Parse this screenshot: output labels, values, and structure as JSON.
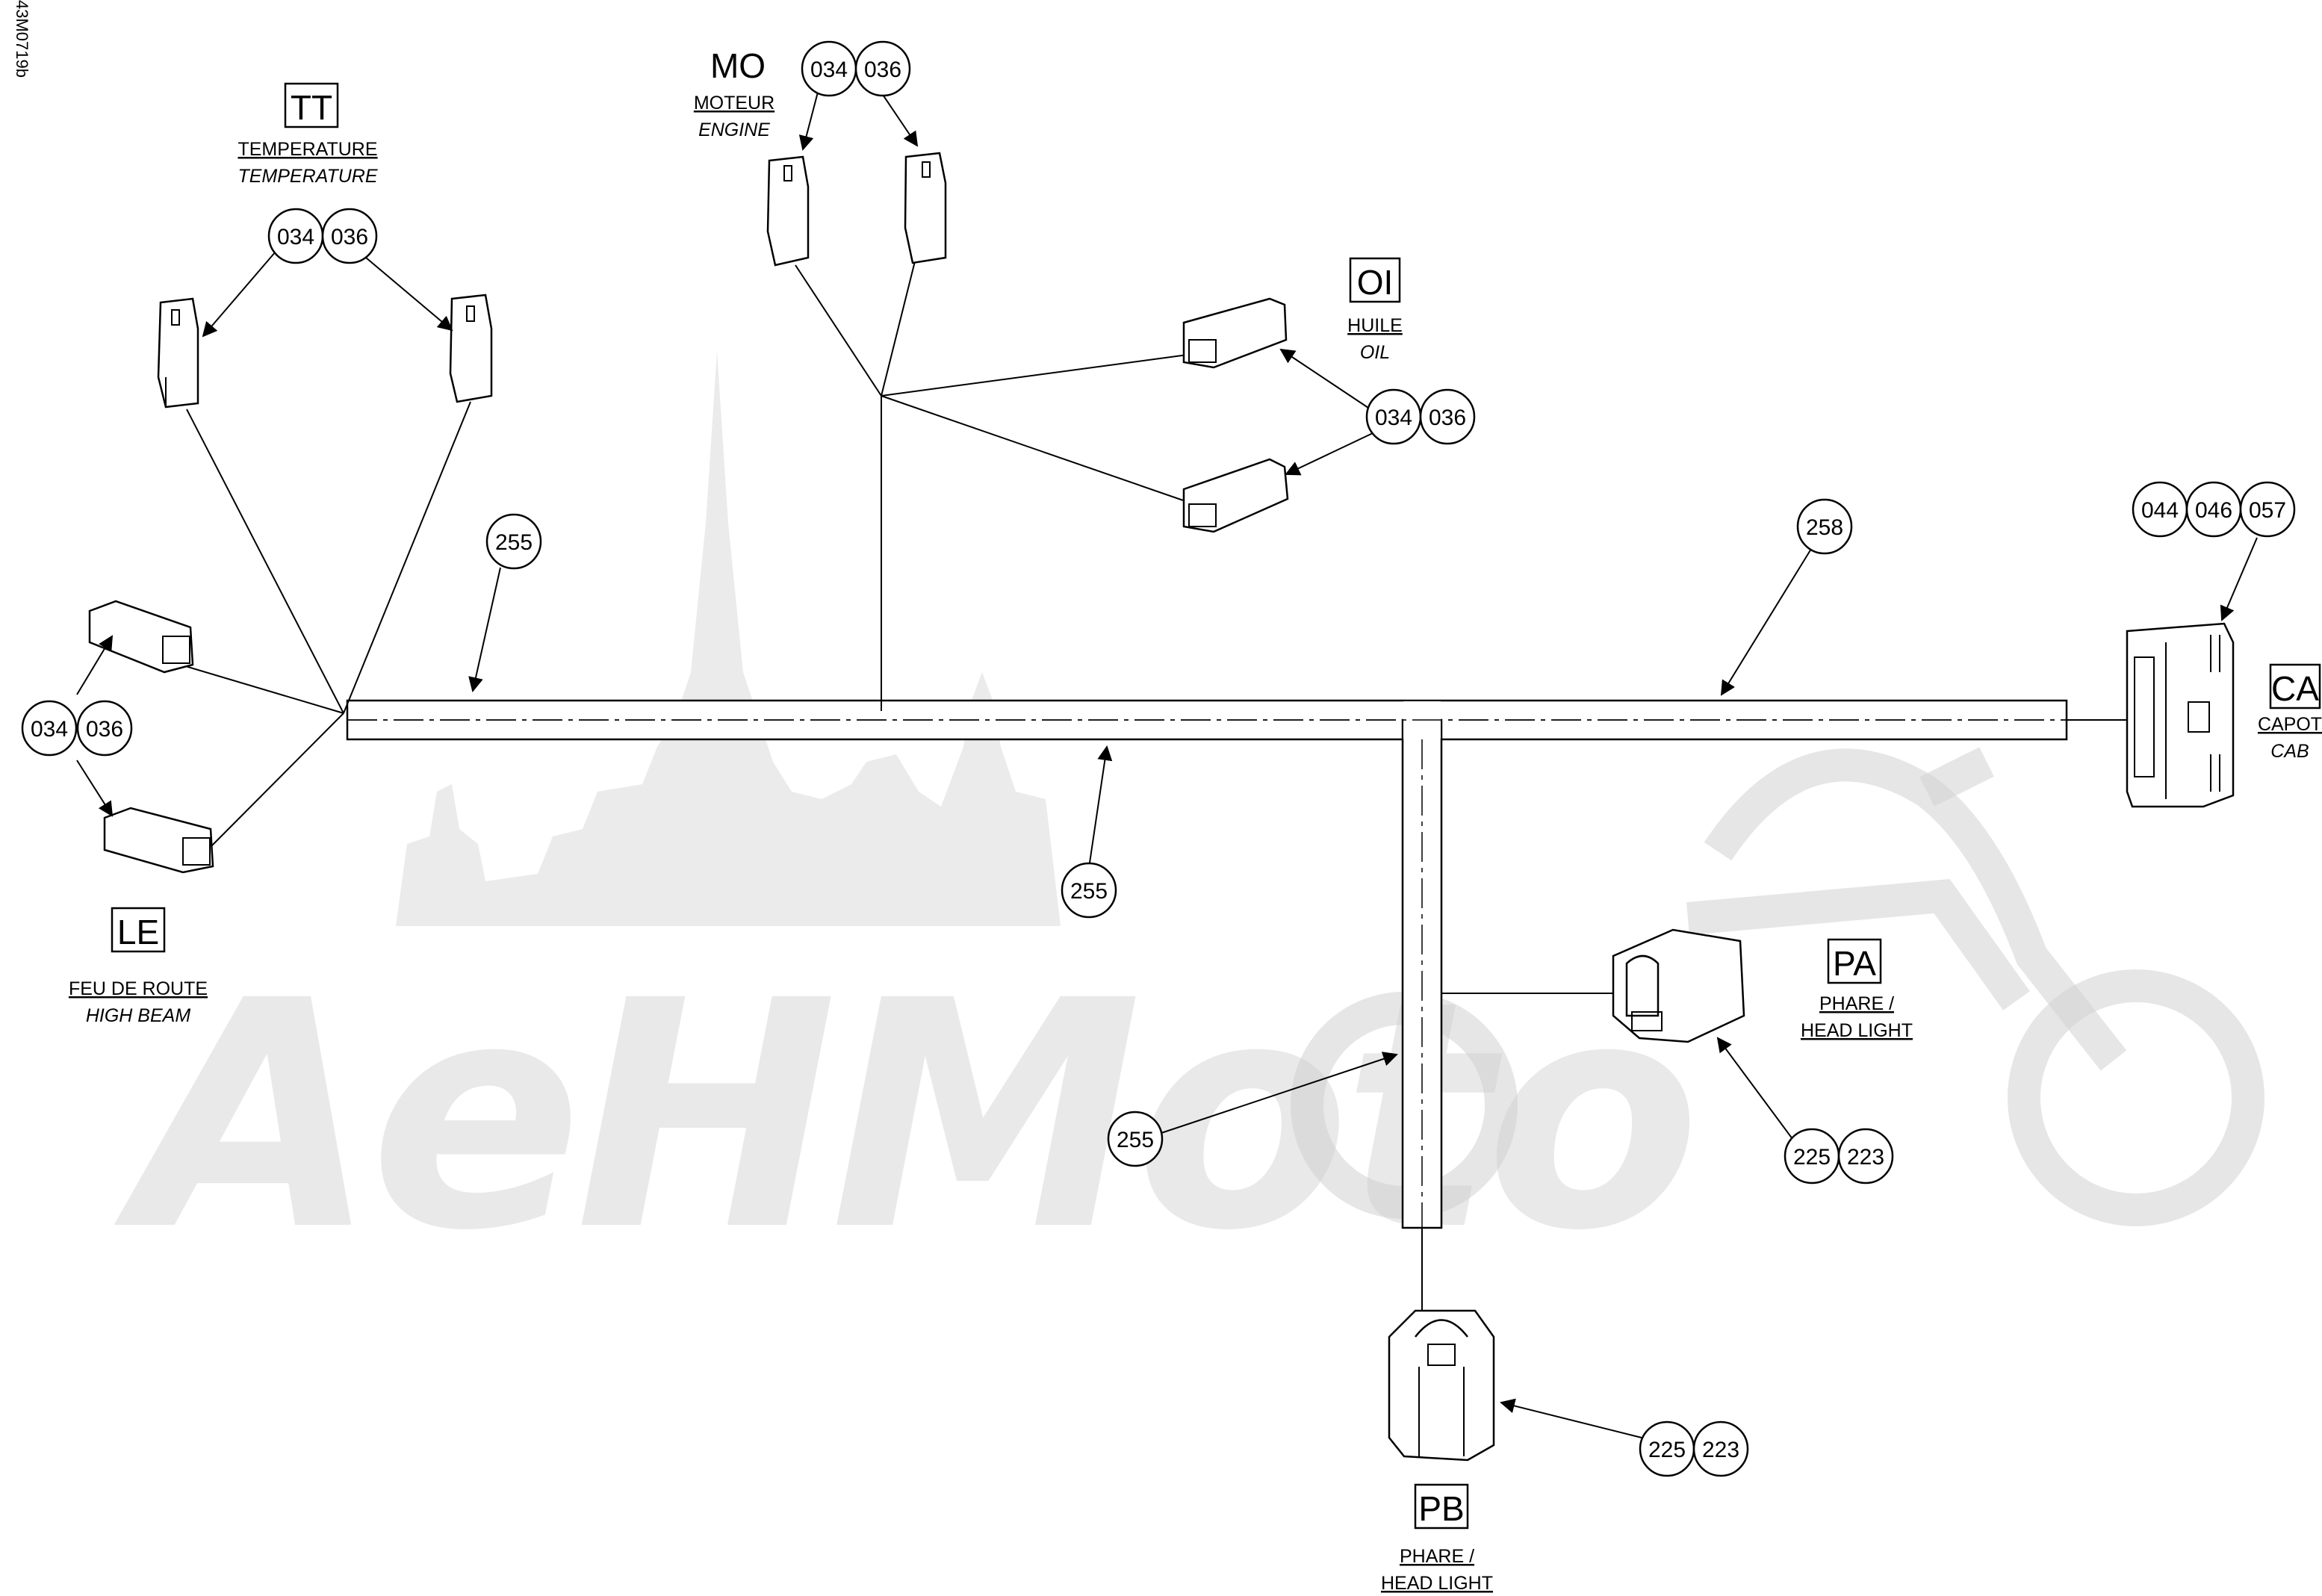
{
  "document_id": "43M0719b",
  "connectors": [
    {
      "code": "TT",
      "label_fr": "TEMPERATURE",
      "label_en": "TEMPERATURE",
      "parts": [
        "034",
        "036"
      ]
    },
    {
      "code": "MO",
      "label_fr": "MOTEUR",
      "label_en": "ENGINE",
      "parts": [
        "034",
        "036"
      ]
    },
    {
      "code": "OI",
      "label_fr": "HUILE",
      "label_en": "OIL",
      "parts": [
        "034",
        "036"
      ]
    },
    {
      "code": "CA",
      "label_fr": "CAPOT",
      "label_en": "CAB",
      "parts": [
        "044",
        "046",
        "057"
      ]
    },
    {
      "code": "LE",
      "label_fr": "FEU DE ROUTE",
      "label_en": "HIGH BEAM",
      "parts": [
        "034",
        "036"
      ]
    },
    {
      "code": "PA",
      "label_fr": "PHARE /",
      "label_fr2": "HEAD LIGHT",
      "parts": [
        "225",
        "223"
      ]
    },
    {
      "code": "PB",
      "label_fr": "PHARE /",
      "label_fr2": "HEAD LIGHT",
      "parts": [
        "225",
        "223"
      ]
    }
  ],
  "harness_callouts": [
    "255",
    "258",
    "255",
    "255"
  ],
  "watermark": "AeHMoto"
}
